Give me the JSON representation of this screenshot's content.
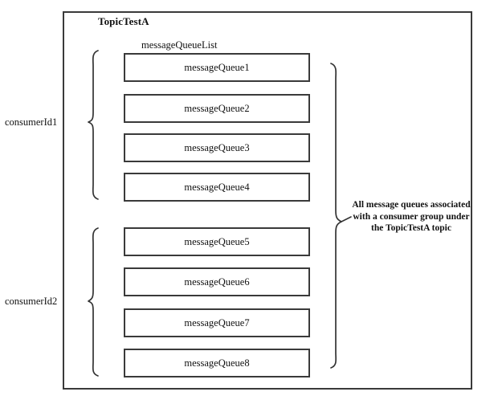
{
  "diagram": {
    "topic_title": "TopicTestA",
    "queue_list_label": "messageQueueList",
    "consumers": [
      {
        "label": "consumerId1"
      },
      {
        "label": "consumerId2"
      }
    ],
    "queues": [
      {
        "label": "messageQueue1"
      },
      {
        "label": "messageQueue2"
      },
      {
        "label": "messageQueue3"
      },
      {
        "label": "messageQueue4"
      },
      {
        "label": "messageQueue5"
      },
      {
        "label": "messageQueue6"
      },
      {
        "label": "messageQueue7"
      },
      {
        "label": "messageQueue8"
      }
    ],
    "right_note": "All message queues associated with a consumer group under the TopicTestA topic",
    "colors": {
      "stroke": "#3a3a3a",
      "text": "#111111",
      "background": "#ffffff"
    }
  }
}
